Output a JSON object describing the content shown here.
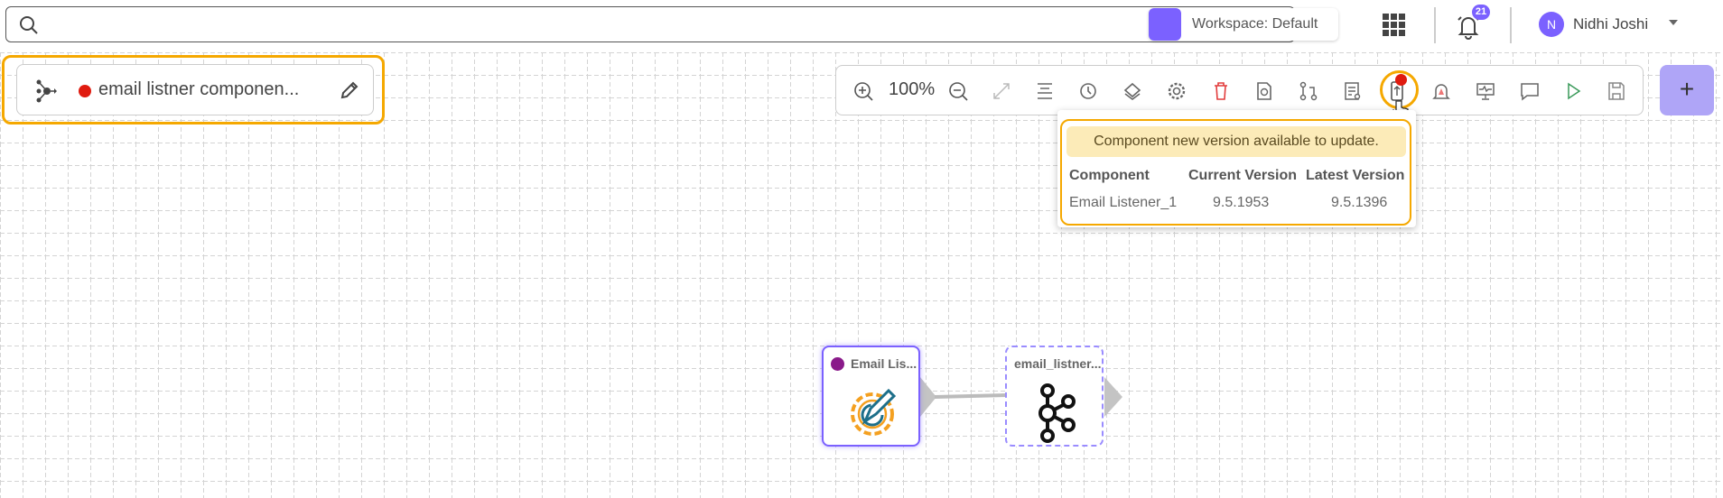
{
  "header": {
    "search_placeholder": "",
    "workspace_label": "Workspace: Default",
    "notification_count": "21",
    "user_initial": "N",
    "user_name": "Nidhi Joshi"
  },
  "pipeline": {
    "name": "email listner componen...",
    "status_color": "#e01b0f"
  },
  "toolbar": {
    "zoom_level": "100%",
    "add_label": "+"
  },
  "version_popover": {
    "message": "Component new version available to update.",
    "columns": [
      "Component",
      "Current Version",
      "Latest Version"
    ],
    "rows": [
      [
        "Email Listener_1",
        "9.5.1953",
        "9.5.1396"
      ]
    ]
  },
  "nodes": [
    {
      "label": "Email Lis...",
      "status_color": "#8a1a8a"
    },
    {
      "label": "email_listner..."
    }
  ],
  "colors": {
    "accent": "#7B61FF",
    "highlight": "#F5A800",
    "alert": "#e01b0f"
  }
}
